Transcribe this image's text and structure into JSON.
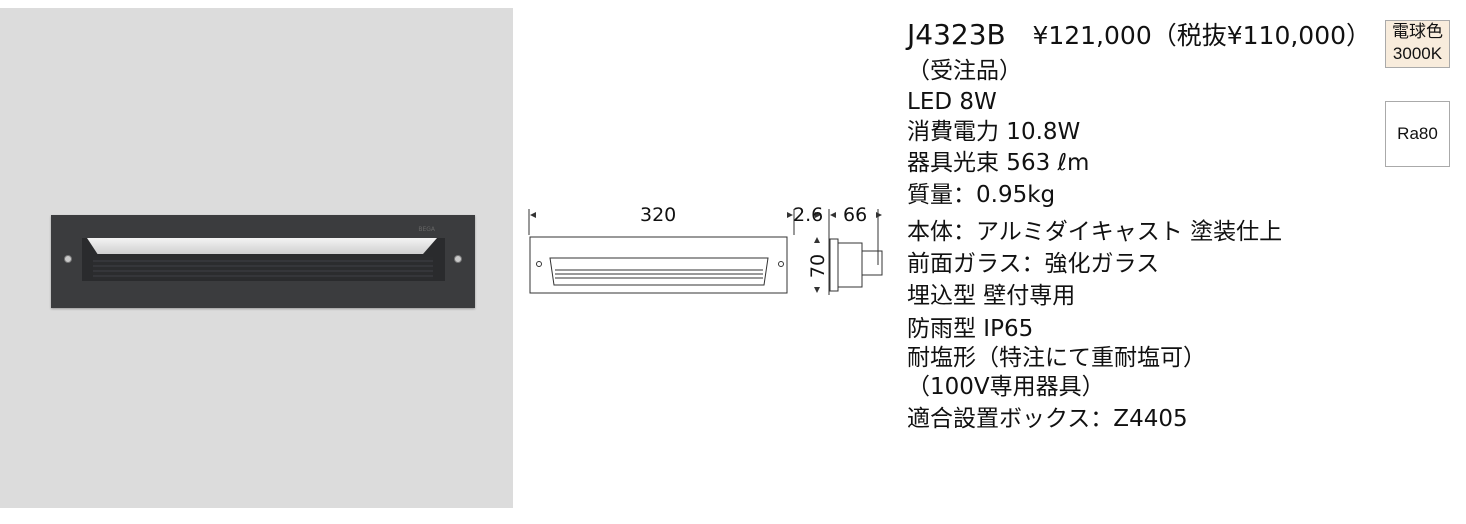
{
  "product": {
    "model": "J4323B",
    "price": "¥121,000（税抜¥110,000）",
    "specs": [
      "（受注品）",
      "LED 8W",
      "消費電力 10.8W",
      "器具光束 563 ℓm",
      "質量：0.95kg",
      "本体：アルミダイキャスト  塗装仕上",
      "前面ガラス：強化ガラス",
      "埋込型 壁付専用",
      "防雨型 IP65",
      "耐塩形（特注にて重耐塩可）",
      "（100V専用器具）",
      "適合設置ボックス：Z4405"
    ]
  },
  "badges": {
    "color_line1": "電球色",
    "color_line2": "3000K",
    "ra": "Ra80",
    "color_bg": "#f8ecdc"
  },
  "dimensions": {
    "width": "320",
    "glass": "2.6",
    "depth": "66",
    "height": "70"
  }
}
